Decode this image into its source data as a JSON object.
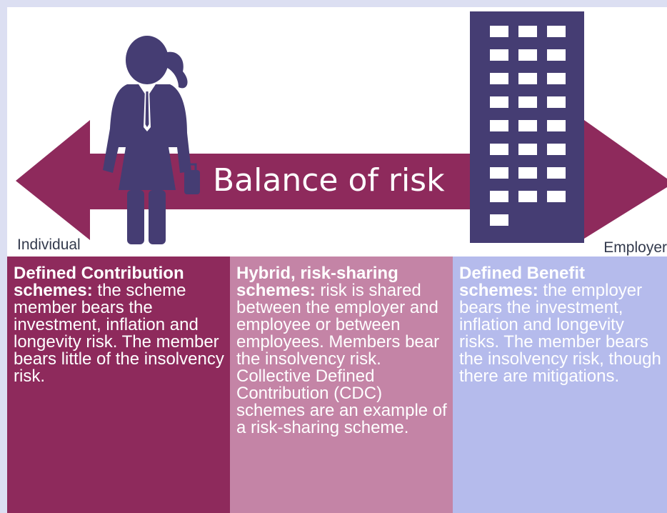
{
  "diagram": {
    "title": "Balance of risk",
    "left_end_label": "Individual",
    "right_end_label": "Employer"
  },
  "columns": [
    {
      "title": "Defined Contribution schemes:",
      "body": " the scheme member bears the investment, inflation and longevity risk.  The member bears little of the insolvency risk.",
      "color": "#8e2a5c"
    },
    {
      "title": "Hybrid, risk-sharing schemes:",
      "body": " risk is shared between the employer and employee or between employees. Members bear the insolvency risk. Collective Defined Contribution (CDC) schemes are an example of a risk-sharing scheme.",
      "color": "#c484a6"
    },
    {
      "title": "Defined Benefit schemes:",
      "body": " the employer bears the investment, inflation and longevity risks.  The member bears the insolvency risk, though there are mitigations.",
      "color": "#b5bbec"
    }
  ],
  "colors": {
    "arrow": "#8e2a5c",
    "figure": "#453d73",
    "background": "#dcdff2"
  },
  "icons": {
    "person": "businesswoman-icon",
    "building": "office-building-icon",
    "arrow": "double-headed-arrow-icon"
  }
}
